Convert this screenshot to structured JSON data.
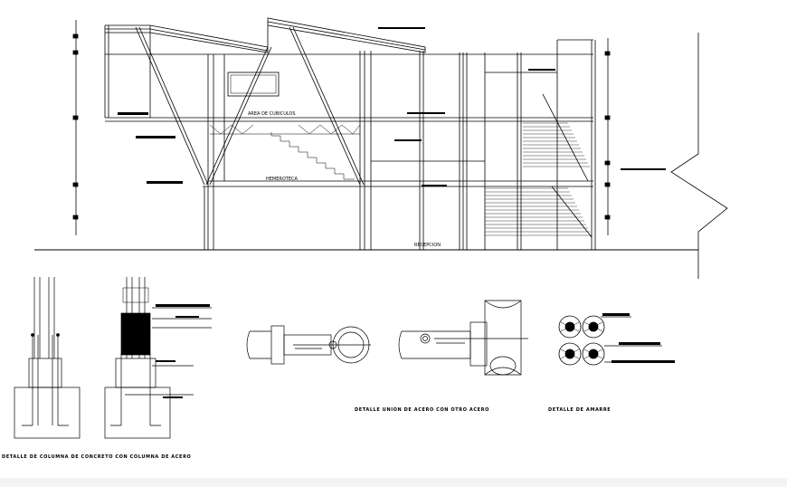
{
  "drawing": {
    "section": {
      "labels": {
        "upper_area": "AREA DE CUBICULOS",
        "mid_area": "HEMEROTECA",
        "ground_area": "RECEPCION"
      }
    },
    "details": {
      "column_caption": "DETALLE DE COLUMNA DE CONCRETO CON COLUMNA DE ACERO",
      "beam_caption": "DETALLE UNION DE ACERO CON OTRO ACERO",
      "bundle_caption": "DETALLE DE AMARRE"
    },
    "colors": {
      "line": "#000000",
      "background": "#ffffff"
    }
  }
}
